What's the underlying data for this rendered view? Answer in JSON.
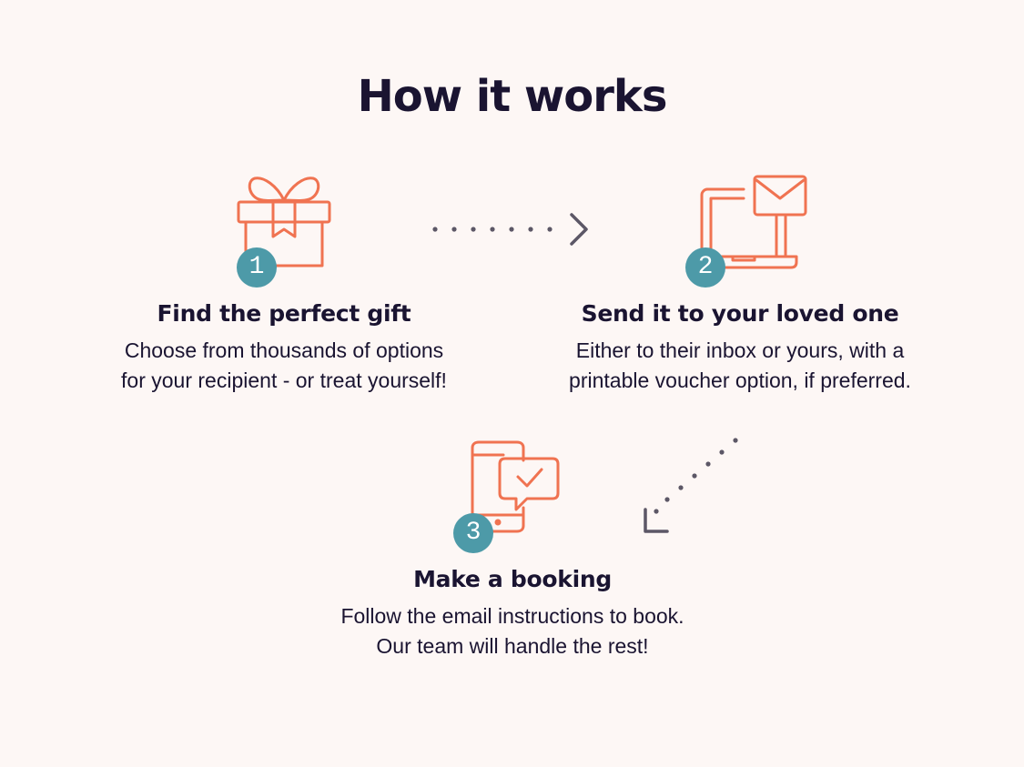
{
  "title": "How it works",
  "colors": {
    "accent": "#f07351",
    "badge": "#4d9aa8",
    "text": "#1a1431",
    "arrow": "#5c5766",
    "background": "#fdf7f5"
  },
  "steps": [
    {
      "number": "1",
      "icon": "gift-icon",
      "heading": "Find the perfect gift",
      "lines": [
        "Choose from thousands of options",
        "for your recipient - or treat yourself!"
      ]
    },
    {
      "number": "2",
      "icon": "laptop-email-icon",
      "heading": "Send it to your loved one",
      "lines": [
        "Either to their inbox or yours, with a",
        "printable voucher option, if preferred."
      ]
    },
    {
      "number": "3",
      "icon": "phone-message-icon",
      "heading": "Make a booking",
      "lines": [
        "Follow the email instructions to book.",
        "Our team will handle the rest!"
      ]
    }
  ]
}
